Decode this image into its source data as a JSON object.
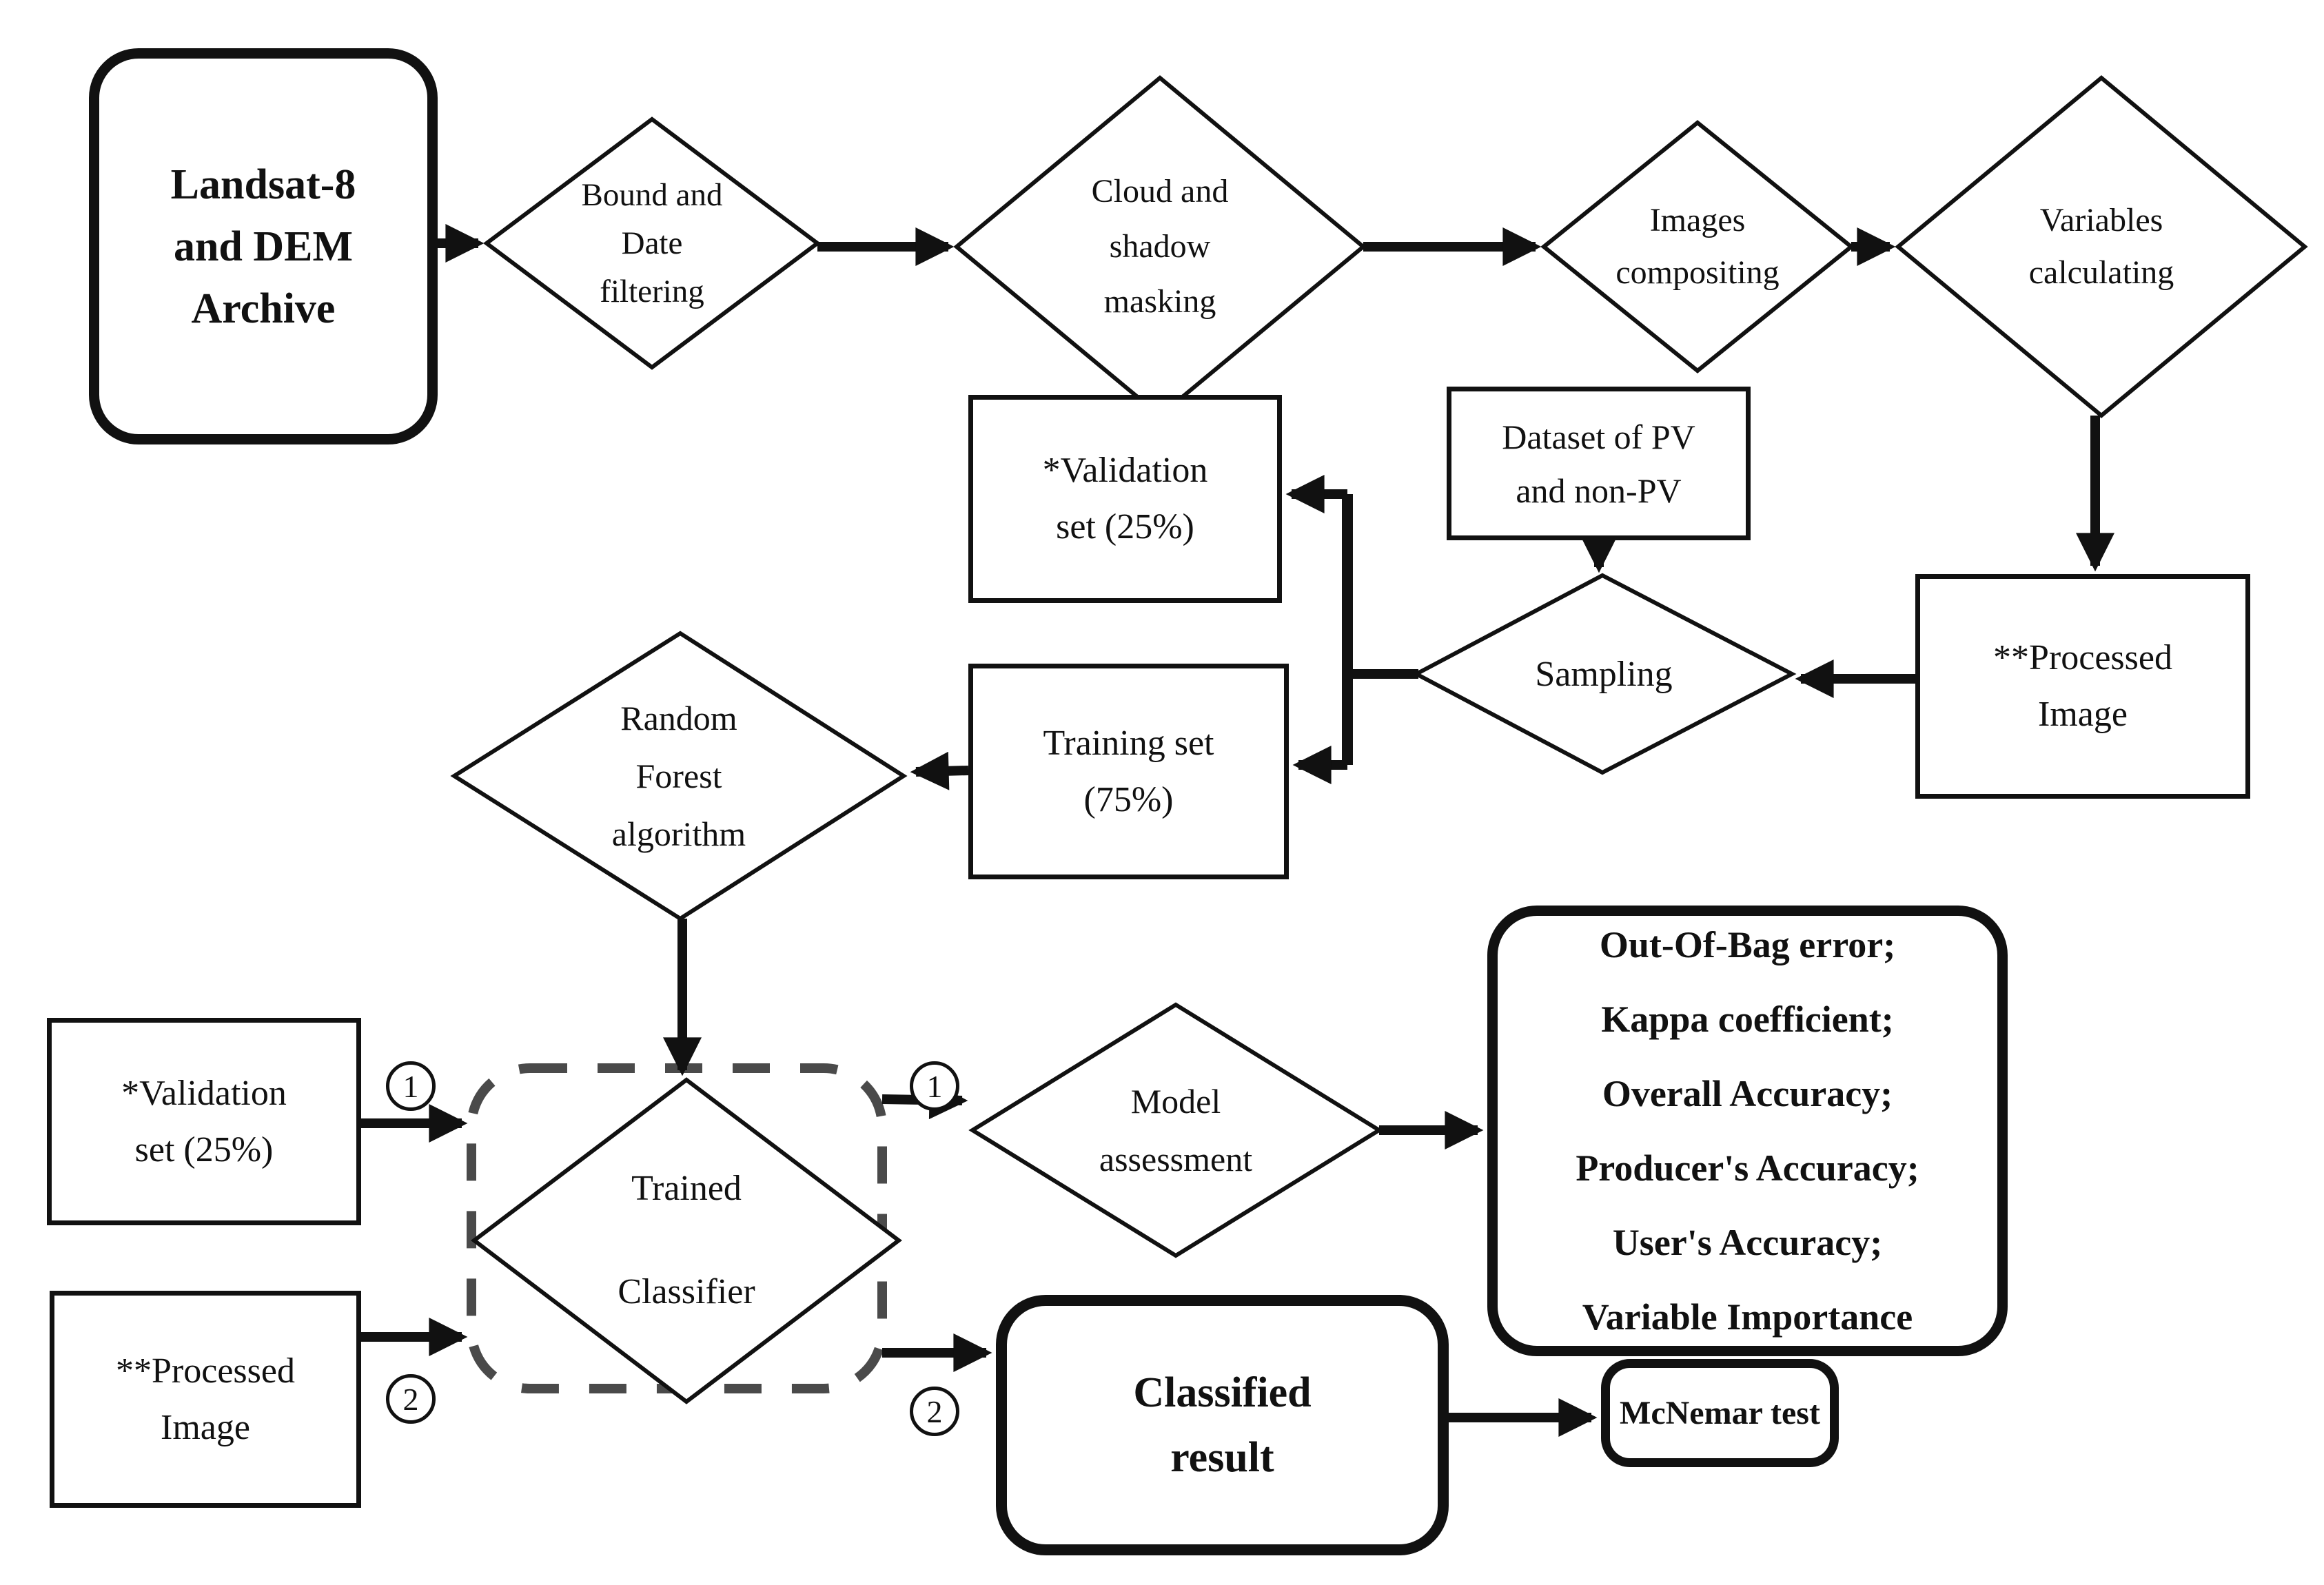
{
  "colors": {
    "ink": "#111111",
    "dashed_container": "#4a4a4a",
    "background": "#ffffff"
  },
  "nodes": {
    "archive": {
      "label": "Landsat-8\nand DEM\nArchive"
    },
    "bound_date_filtering": {
      "label": "Bound and\nDate\nfiltering"
    },
    "cloud_shadow_masking": {
      "label": "Cloud and\nshadow\nmasking"
    },
    "images_compositing": {
      "label": "Images\ncompositing"
    },
    "variables_calculating": {
      "label": "Variables\ncalculating"
    },
    "validation_set_mid": {
      "label": "*Validation\nset (25%)"
    },
    "dataset_pv": {
      "label": "Dataset of PV\nand non-PV"
    },
    "sampling": {
      "label": "Sampling"
    },
    "processed_image_right": {
      "label": "**Processed\nImage"
    },
    "training_set": {
      "label": "Training set\n(75%)"
    },
    "random_forest": {
      "label": "Random\nForest\nalgorithm"
    },
    "validation_set_left": {
      "label": "*Validation\nset (25%)"
    },
    "processed_image_left": {
      "label": "**Processed\nImage"
    },
    "trained_classifier": {
      "label": "Trained\nClassifier"
    },
    "model_assessment": {
      "label": "Model\nassessment"
    },
    "assessment_outputs": {
      "label": "Out-Of-Bag error;\nKappa coefficient;\nOverall Accuracy;\nProducer's Accuracy;\nUser's Accuracy;\nVariable Importance"
    },
    "classified_result": {
      "label": "Classified\nresult"
    },
    "mcnemar_test": {
      "label": "McNemar test"
    }
  },
  "badges": {
    "one": "1",
    "two": "2"
  }
}
